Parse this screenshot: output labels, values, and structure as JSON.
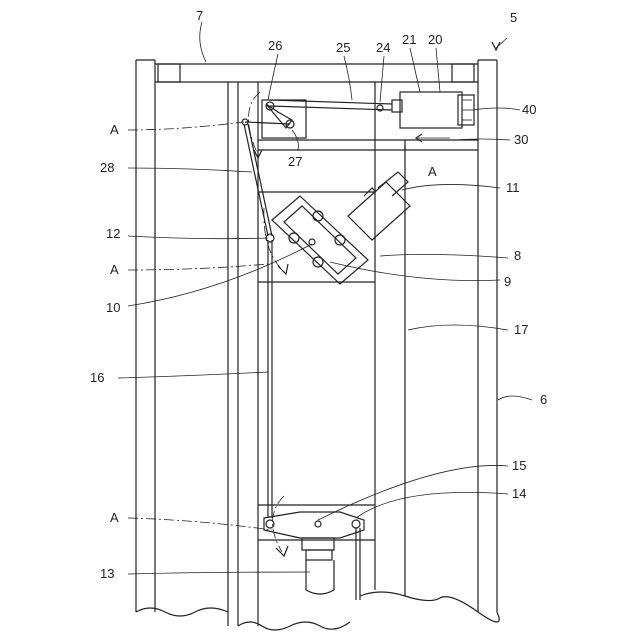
{
  "labels": {
    "l5": "5",
    "l7": "7",
    "l26": "26",
    "l25": "25",
    "l24": "24",
    "l21": "21",
    "l20": "20",
    "l40": "40",
    "l30": "30",
    "lA30": "A",
    "l27": "27",
    "lA1": "A",
    "l28": "28",
    "l11": "11",
    "l12": "12",
    "l8": "8",
    "lA2": "A",
    "l9": "9",
    "l10": "10",
    "l17": "17",
    "l16": "16",
    "l6": "6",
    "l15": "15",
    "l14": "14",
    "lA3": "A",
    "l13": "13"
  }
}
